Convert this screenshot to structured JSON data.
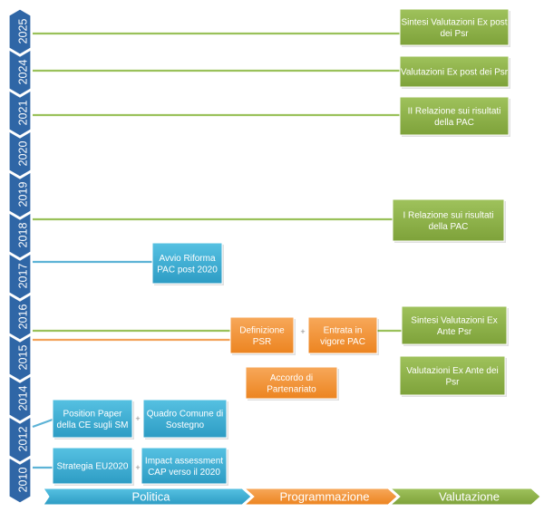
{
  "colors": {
    "year_bar": "#2f66a6",
    "politica": "#3aaed0",
    "programmazione": "#f39236",
    "valutazione": "#8cb045",
    "line_green": "#9ac15a",
    "line_blue": "#5db3d6",
    "line_orange": "#f3a25a"
  },
  "years": [
    "2025",
    "2024",
    "2021",
    "2020",
    "2019",
    "2018",
    "2017",
    "2016",
    "2015",
    "2014",
    "2012",
    "2010"
  ],
  "boxes": [
    {
      "id": "sintesi-ex-post",
      "category": "valutazione",
      "lines": [
        "Sintesi Valutazioni Ex post",
        "dei Psr"
      ]
    },
    {
      "id": "valutazioni-ex-post",
      "category": "valutazione",
      "lines": [
        "Valutazioni Ex post  dei Psr"
      ]
    },
    {
      "id": "ii-relazione",
      "category": "valutazione",
      "lines": [
        "II Relazione sui risultati",
        "della PAC"
      ]
    },
    {
      "id": "i-relazione",
      "category": "valutazione",
      "lines": [
        "I Relazione sui risultati",
        "della PAC"
      ]
    },
    {
      "id": "avvio-riforma",
      "category": "politica",
      "lines": [
        "Avvio Riforma",
        "PAC post 2020"
      ]
    },
    {
      "id": "definizione-psr",
      "category": "programmazione",
      "lines": [
        "Definizione",
        "PSR"
      ]
    },
    {
      "id": "entrata-vigore",
      "category": "programmazione",
      "lines": [
        "Entrata in",
        "vigore PAC"
      ]
    },
    {
      "id": "sintesi-ex-ante",
      "category": "valutazione",
      "lines": [
        "Sintesi Valutazioni Ex",
        "Ante Psr"
      ]
    },
    {
      "id": "accordo-partenariato",
      "category": "programmazione",
      "lines": [
        "Accordo di",
        "Partenariato"
      ]
    },
    {
      "id": "valutazioni-ex-ante",
      "category": "valutazione",
      "lines": [
        "Valutazioni Ex Ante dei",
        "Psr"
      ]
    },
    {
      "id": "position-paper",
      "category": "politica",
      "lines": [
        "Position Paper",
        "della CE sugli SM"
      ]
    },
    {
      "id": "quadro-comune",
      "category": "politica",
      "lines": [
        "Quadro Comune di",
        "Sostegno"
      ]
    },
    {
      "id": "strategia-eu2020",
      "category": "politica",
      "lines": [
        "Strategia EU2020"
      ]
    },
    {
      "id": "impact-assessment",
      "category": "politica",
      "lines": [
        "Impact assessment",
        "CAP verso il 2020"
      ]
    }
  ],
  "phases": [
    {
      "id": "politica",
      "label": "Politica"
    },
    {
      "id": "programmazione",
      "label": "Programmazione"
    },
    {
      "id": "valutazione",
      "label": "Valutazione"
    }
  ]
}
